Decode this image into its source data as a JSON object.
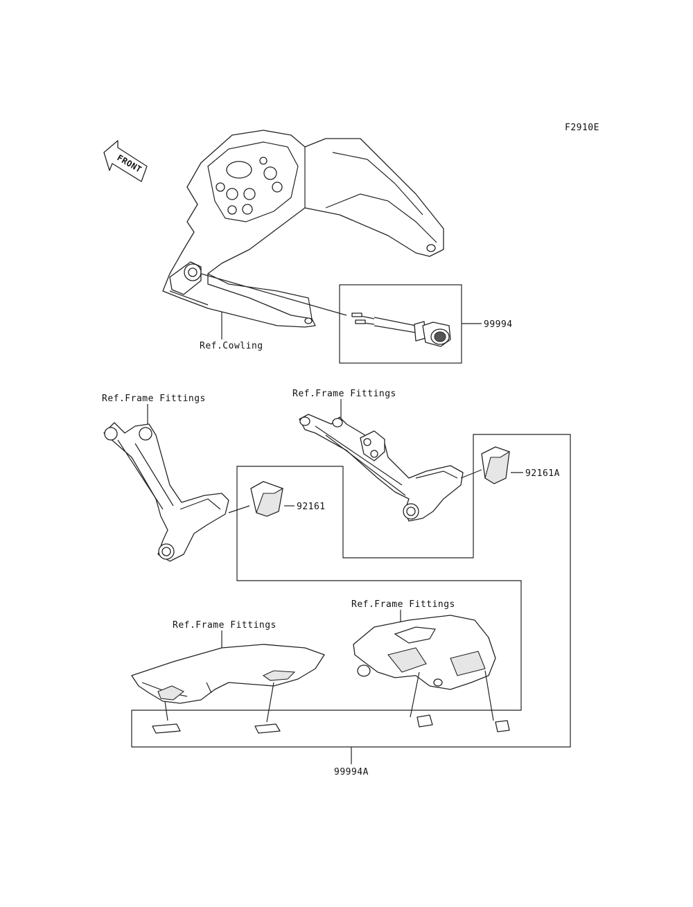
{
  "figure_code": "F2910E",
  "front_label": "FRONT",
  "labels": {
    "ref_cowling": "Ref.Cowling",
    "ref_frame_fittings_1": "Ref.Frame Fittings",
    "ref_frame_fittings_2": "Ref.Frame Fittings",
    "ref_frame_fittings_3": "Ref.Frame Fittings",
    "ref_frame_fittings_4": "Ref.Frame Fittings"
  },
  "part_numbers": {
    "p99994": "99994",
    "p92161": "92161",
    "p92161a": "92161A",
    "p99994a": "99994A"
  }
}
